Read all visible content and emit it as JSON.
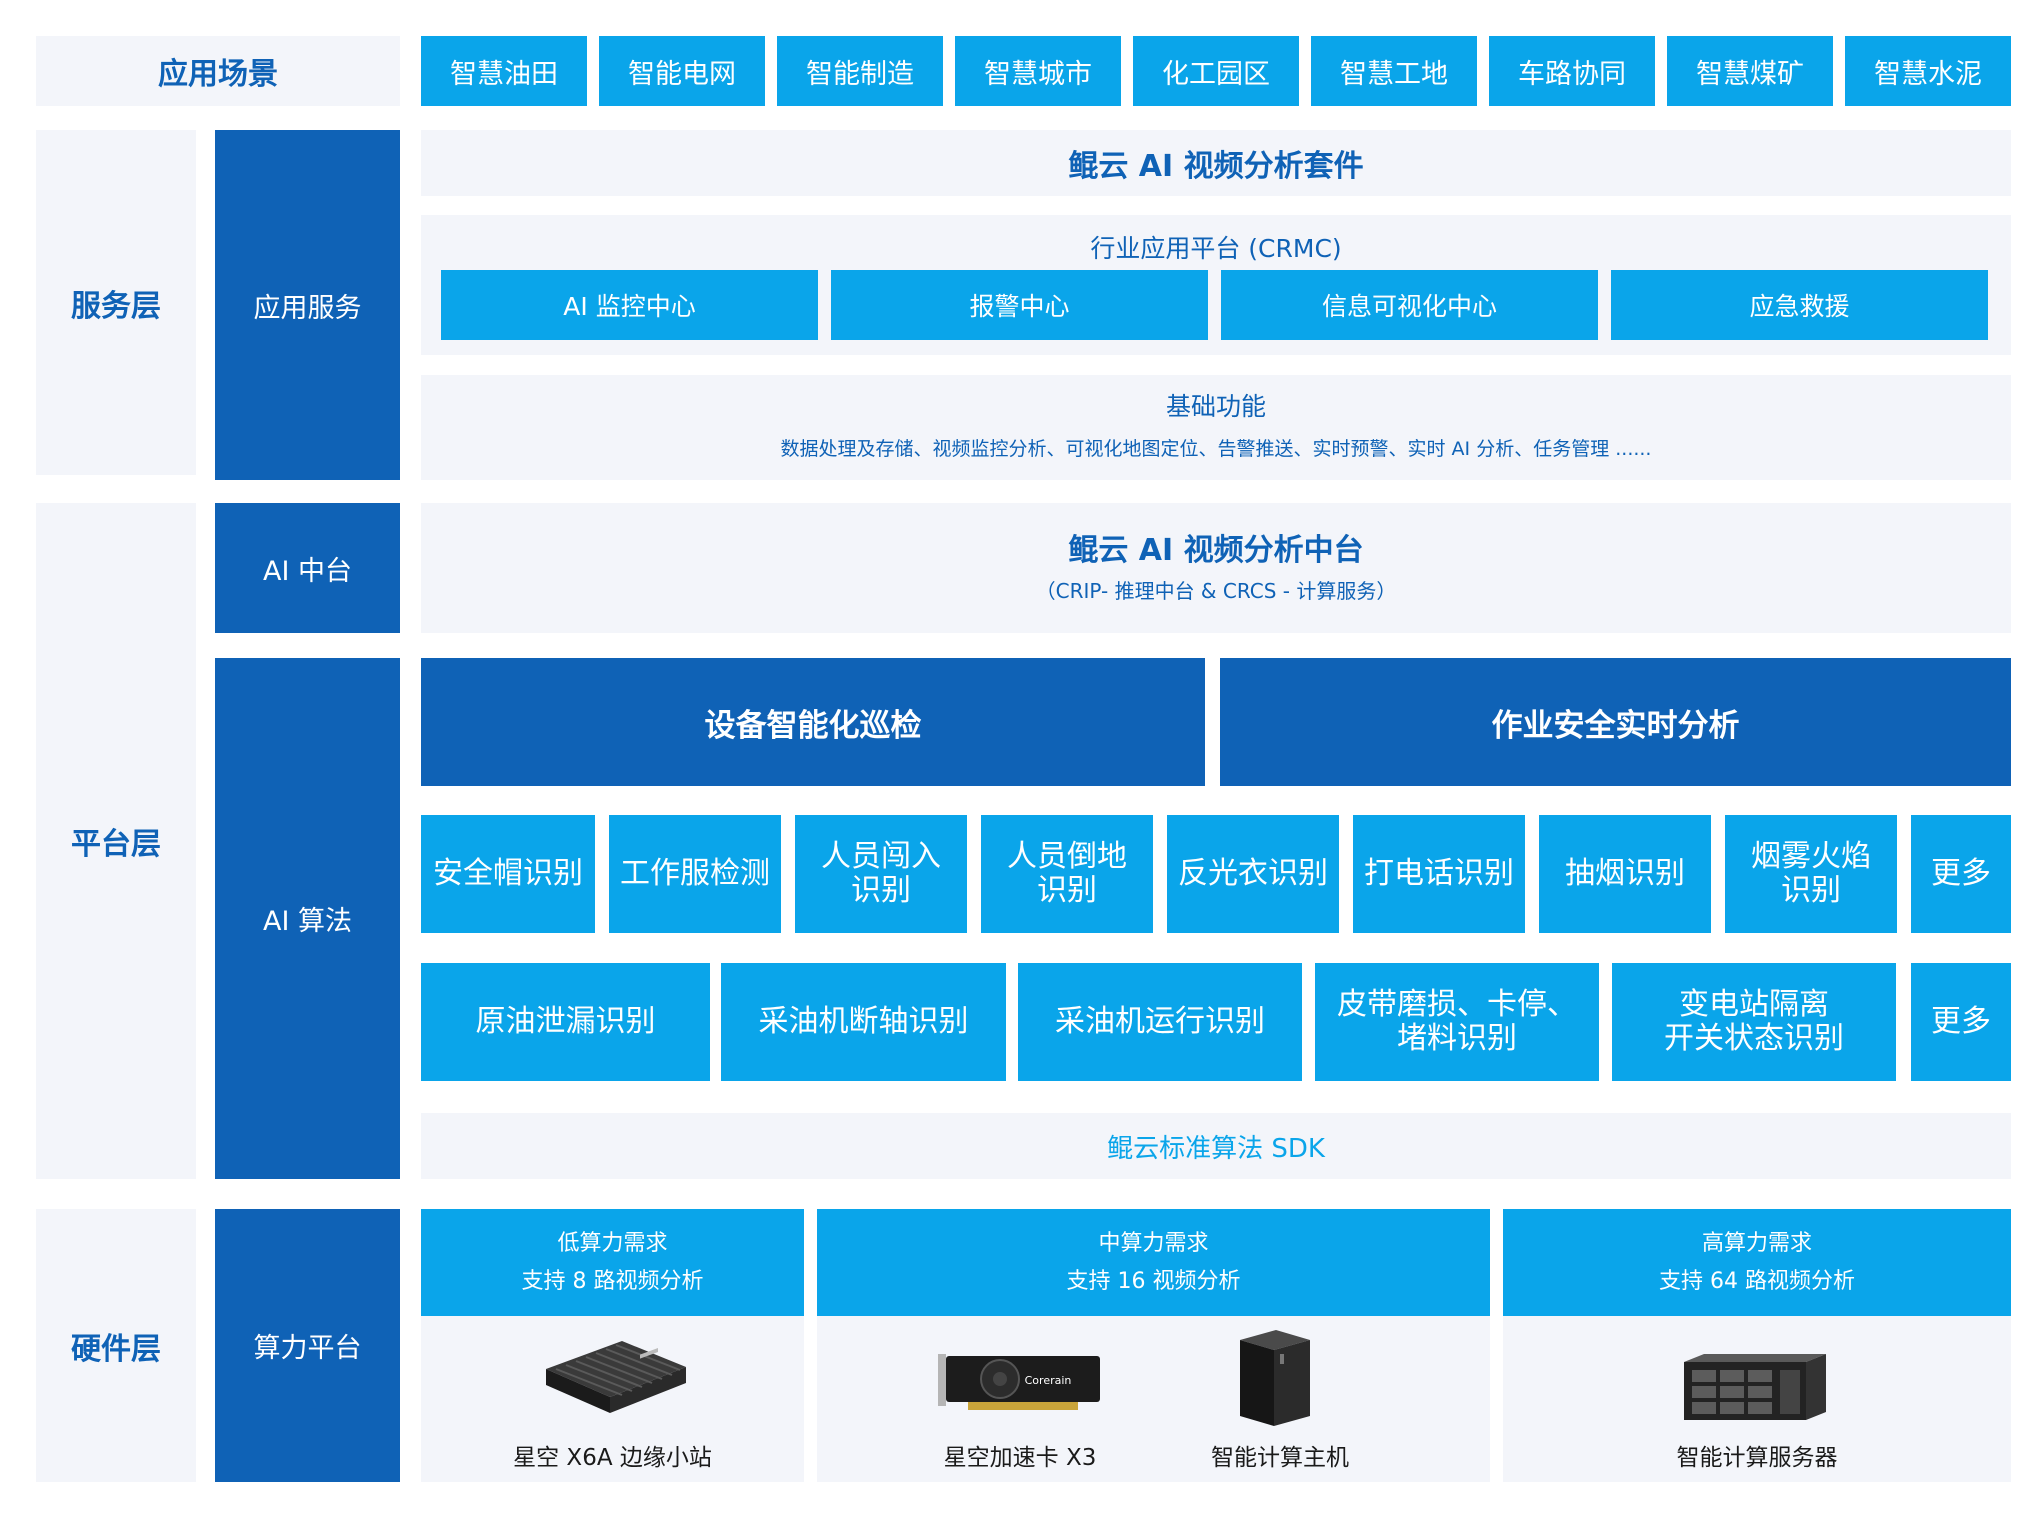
{
  "layers": {
    "scenario": "应用场景",
    "service": "服务层",
    "platform": "平台层",
    "hardware": "硬件层"
  },
  "scenarios": [
    "智慧油田",
    "智能电网",
    "智能制造",
    "智慧城市",
    "化工园区",
    "智慧工地",
    "车路协同",
    "智慧煤矿",
    "智慧水泥"
  ],
  "service": {
    "sub_label": "应用服务",
    "suite_title": "鲲云 AI 视频分析套件",
    "platform_title": "行业应用平台 (CRMC)",
    "centers": [
      "AI 监控中心",
      "报警中心",
      "信息可视化中心",
      "应急救援"
    ],
    "base_title": "基础功能",
    "base_desc": "数据处理及存储、视频监控分析、可视化地图定位、告警推送、实时预警、实时 AI 分析、任务管理 ......"
  },
  "platform": {
    "ai_center_label": "AI 中台",
    "ai_center_title": "鲲云 AI 视频分析中台",
    "ai_center_sub": "（CRIP- 推理中台 & CRCS - 计算服务）",
    "algo_label": "AI 算法",
    "categories": [
      "设备智能化巡检",
      "作业安全实时分析"
    ],
    "row1": [
      {
        "l1": "安全帽识别",
        "l2": ""
      },
      {
        "l1": "工作服检测",
        "l2": ""
      },
      {
        "l1": "人员闯入",
        "l2": "识别"
      },
      {
        "l1": "人员倒地",
        "l2": "识别"
      },
      {
        "l1": "反光衣识别",
        "l2": ""
      },
      {
        "l1": "打电话识别",
        "l2": ""
      },
      {
        "l1": "抽烟识别",
        "l2": ""
      },
      {
        "l1": "烟雾火焰",
        "l2": "识别"
      },
      {
        "l1": "更多",
        "l2": ""
      }
    ],
    "row2": [
      {
        "l1": "原油泄漏识别",
        "l2": ""
      },
      {
        "l1": "采油机断轴识别",
        "l2": ""
      },
      {
        "l1": "采油机运行识别",
        "l2": ""
      },
      {
        "l1": "皮带磨损、卡停、",
        "l2": "堵料识别"
      },
      {
        "l1": "变电站隔离",
        "l2": "开关状态识别"
      },
      {
        "l1": "更多",
        "l2": ""
      }
    ],
    "sdk": "鲲云标准算法 SDK"
  },
  "hardware": {
    "sub_label": "算力平台",
    "tiers": [
      {
        "need": "低算力需求",
        "support": "支持 8 路视频分析"
      },
      {
        "need": "中算力需求",
        "support": "支持 16 视频分析"
      },
      {
        "need": "高算力需求",
        "support": "支持 64 路视频分析"
      }
    ],
    "products": [
      "星空 X6A 边缘小站",
      "星空加速卡 X3",
      "智能计算主机",
      "智能计算服务器"
    ],
    "card_brand": "Corerain"
  },
  "colors": {
    "dark_blue": "#0f62b6",
    "sky_blue": "#0aa5ea",
    "light_bg": "#f3f5fa"
  }
}
